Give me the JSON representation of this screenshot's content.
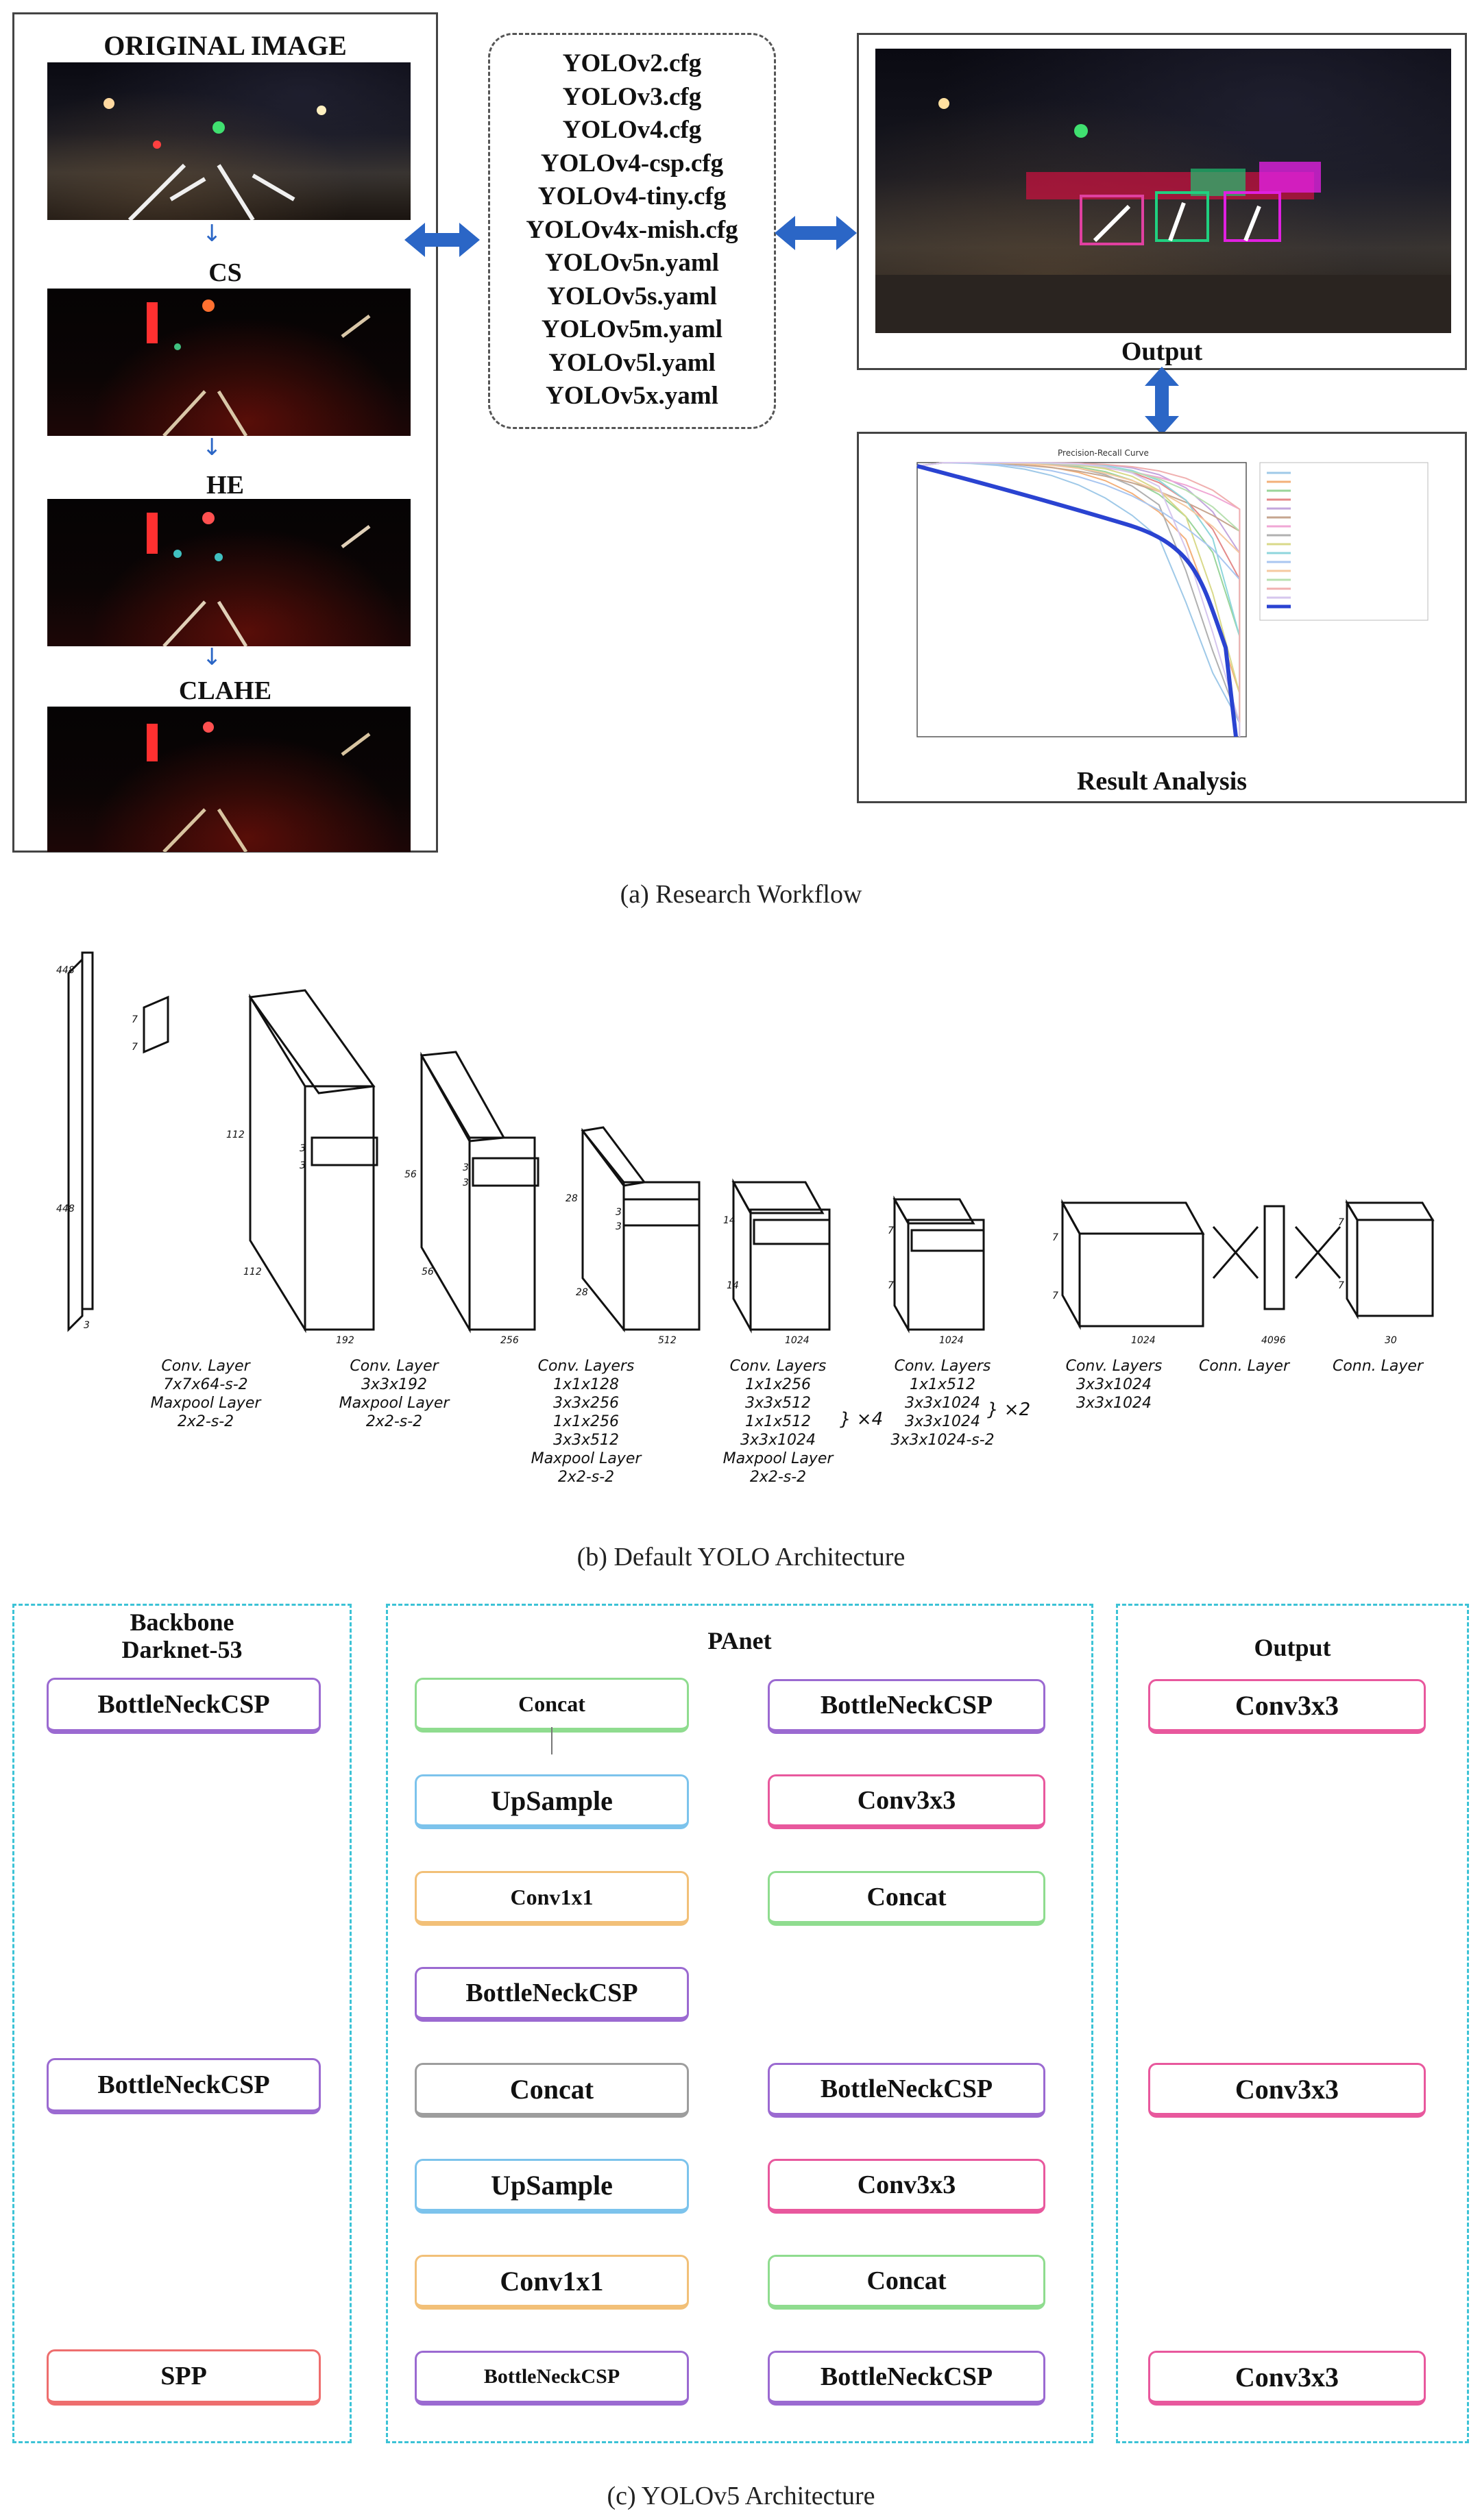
{
  "workflow": {
    "original_title": "ORIGINAL IMAGE",
    "cs_label": "CS",
    "he_label": "HE",
    "clahe_label": "CLAHE",
    "cfg_files": [
      "YOLOv2.cfg",
      "YOLOv3.cfg",
      "YOLOv4.cfg",
      "YOLOv4-csp.cfg",
      "YOLOv4-tiny.cfg",
      "YOLOv4x-mish.cfg",
      "YOLOv5n.yaml",
      "YOLOv5s.yaml",
      "YOLOv5m.yaml",
      "YOLOv5l.yaml",
      "YOLOv5x.yaml"
    ],
    "output_label": "Output",
    "result_label": "Result Analysis",
    "pr_title": "Precision-Recall Curve",
    "caption": "(a)  Research Workflow",
    "colors": {
      "arrow": "#2b66c6",
      "bold_curve": "#2a43d1"
    }
  },
  "architecture": {
    "stages": [
      {
        "lines": [
          "Conv. Layer",
          "7x7x64-s-2",
          "Maxpool Layer",
          "2x2-s-2"
        ]
      },
      {
        "lines": [
          "Conv. Layer",
          "3x3x192",
          "Maxpool Layer",
          "2x2-s-2"
        ]
      },
      {
        "lines": [
          "Conv. Layers",
          "1x1x128",
          "3x3x256",
          "1x1x256",
          "3x3x512",
          "Maxpool Layer",
          "2x2-s-2"
        ]
      },
      {
        "lines": [
          "Conv. Layers",
          "1x1x256",
          "3x3x512",
          "1x1x512",
          "3x3x1024",
          "Maxpool Layer",
          "2x2-s-2"
        ]
      },
      {
        "lines": [
          "Conv. Layers",
          "1x1x512",
          "3x3x1024",
          "3x3x1024",
          "3x3x1024-s-2"
        ]
      },
      {
        "lines": [
          "Conv. Layers",
          "3x3x1024",
          "3x3x1024"
        ]
      },
      {
        "lines": [
          "Conn. Layer"
        ]
      },
      {
        "lines": [
          "Conn. Layer"
        ]
      }
    ],
    "multipliers": [
      "×4",
      "×2"
    ],
    "dims": {
      "input": [
        "448",
        "448",
        "7",
        "7",
        "3"
      ],
      "b1": [
        "112",
        "112",
        "3",
        "3",
        "192"
      ],
      "b2": [
        "56",
        "56",
        "3",
        "3",
        "256"
      ],
      "b3": [
        "28",
        "28",
        "3",
        "3",
        "512"
      ],
      "b4": [
        "14",
        "14",
        "1024"
      ],
      "b5": [
        "7",
        "7",
        "1024"
      ],
      "b6": [
        "7",
        "7",
        "1024"
      ],
      "fc": [
        "4096"
      ],
      "out": [
        "7",
        "7",
        "30"
      ]
    },
    "caption": "(b)  Default YOLO Architecture"
  },
  "yolov5": {
    "backbone_title": "Backbone\nDarknet-53",
    "panet_title": "PAnet",
    "output_title": "Output",
    "backbone": [
      "BottleNeckCSP",
      "BottleNeckCSP",
      "SPP"
    ],
    "panet_left": [
      "Concat",
      "UpSample",
      "Conv1x1",
      "BottleNeckCSP",
      "Concat",
      "UpSample",
      "Conv1x1",
      "BottleNeckCSP"
    ],
    "panet_right": [
      "BottleNeckCSP",
      "Conv3x3",
      "Concat",
      "BottleNeckCSP",
      "Conv3x3",
      "Concat",
      "BottleNeckCSP"
    ],
    "output": [
      "Conv3x3",
      "Conv3x3",
      "Conv3x3"
    ],
    "colors": {
      "dashed_border": "#3cc3d6",
      "purple": "#9b6ad1",
      "pink": "#e8589d",
      "green": "#8fdc8f",
      "blue": "#7cc3ec",
      "orange": "#f2c078",
      "gray": "#9d9d9d",
      "red": "#ee6e6e"
    },
    "caption": "(c)  YOLOv5 Architecture"
  }
}
